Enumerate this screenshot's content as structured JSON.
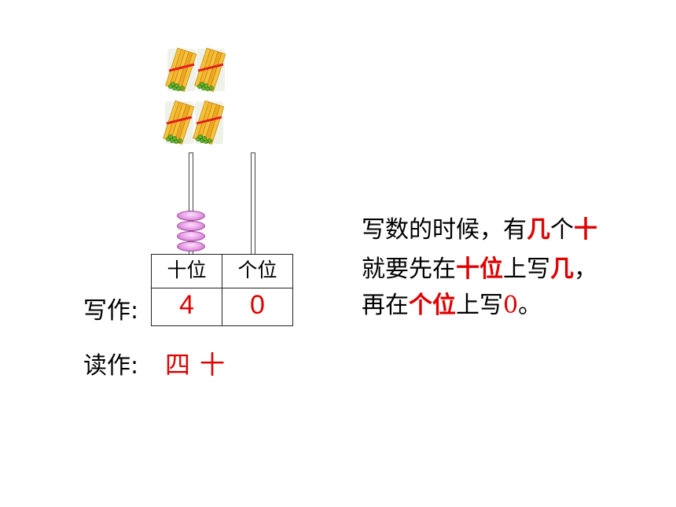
{
  "place_table": {
    "tens_header": "十位",
    "ones_header": "个位",
    "tens_digit": "4",
    "ones_digit": "0"
  },
  "abacus": {
    "tens_beads": 4,
    "ones_beads": 0
  },
  "stick_bundles": {
    "count": 4
  },
  "write_label": "写作:",
  "read_label": "读作:",
  "read_value": "四十",
  "rule": {
    "line1": {
      "a": "写数的时候，有",
      "b": "几",
      "c": "个",
      "d": "十"
    },
    "line2": {
      "a": "就要先在",
      "b": "十位",
      "c": "上写",
      "d": "几",
      "e": "，"
    },
    "line3": {
      "a": "再在",
      "b": "个位",
      "c": "上写",
      "d": "0",
      "e": "。"
    }
  },
  "colors": {
    "emphasis": "#e00000",
    "bead": "#e89ae6",
    "stick": "#f2b733"
  }
}
